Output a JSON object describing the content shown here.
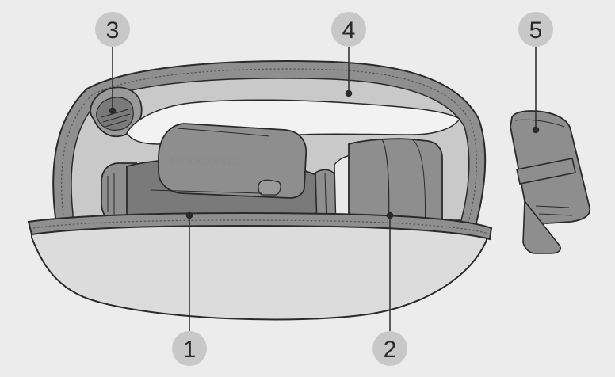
{
  "figure": {
    "brand_label": "SWAROVSKI",
    "callouts": [
      {
        "id": "1",
        "label": "1"
      },
      {
        "id": "2",
        "label": "2"
      },
      {
        "id": "3",
        "label": "3"
      },
      {
        "id": "4",
        "label": "4"
      },
      {
        "id": "5",
        "label": "5"
      }
    ]
  },
  "colors": {
    "background": "#ececec",
    "outline": "#2a2a2a",
    "case_fill": "#dcdcdc",
    "case_rim": "#8f8f8f",
    "lining": "#c9c9c9",
    "device_dark": "#7a7a7a",
    "device_mid": "#8e8e8e",
    "callout_circle": "#c8c8c8"
  },
  "icons": [
    "callout-circle",
    "binocular-device",
    "lens-pouch",
    "lens-cap",
    "carry-strap"
  ]
}
